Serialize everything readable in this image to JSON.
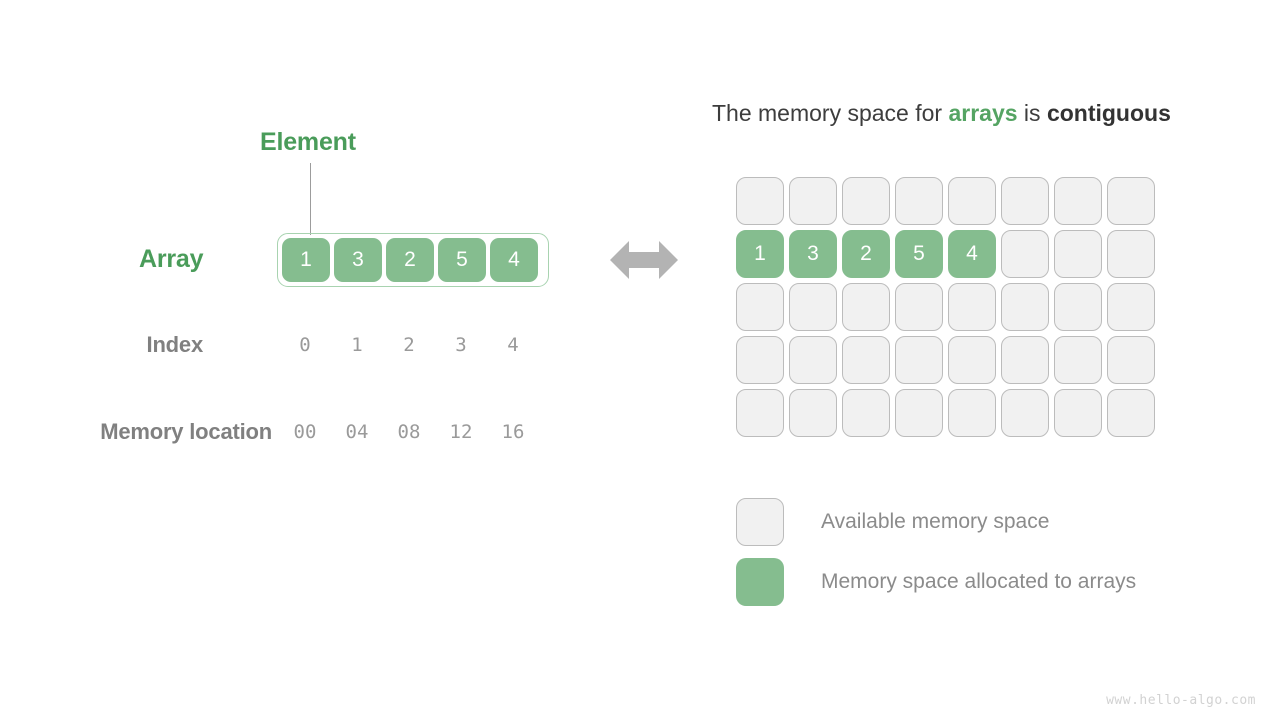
{
  "left": {
    "element_label": "Element",
    "array_label": "Array",
    "index_label": "Index",
    "memory_label": "Memory location",
    "array_values": [
      "1",
      "3",
      "2",
      "5",
      "4"
    ],
    "index_values": [
      "0",
      "1",
      "2",
      "3",
      "4"
    ],
    "memory_values": [
      "00",
      "04",
      "08",
      "12",
      "16"
    ],
    "arrow_icon": "double-headed-arrow-icon"
  },
  "right": {
    "title": {
      "part1": "The memory space for ",
      "accent": "arrays",
      "part2": " is ",
      "strong": "contiguous"
    },
    "grid": {
      "columns": 8,
      "rows": 5,
      "filled_row_index": 1,
      "filled_values": [
        "1",
        "3",
        "2",
        "5",
        "4"
      ]
    },
    "legend": [
      {
        "swatch": "free",
        "label": "Available memory space"
      },
      {
        "swatch": "used",
        "label": "Memory space allocated to arrays"
      }
    ]
  },
  "footer": {
    "watermark": "www.hello-algo.com"
  },
  "colors": {
    "green_fill": "#85bd8f",
    "green_text": "#4a9c5a",
    "green_border": "#a8d3b0",
    "gray_text": "#808080",
    "cell_free_bg": "#f1f1f1",
    "cell_free_border": "#bcbcbc",
    "arrow_gray": "#b3b3b3"
  }
}
